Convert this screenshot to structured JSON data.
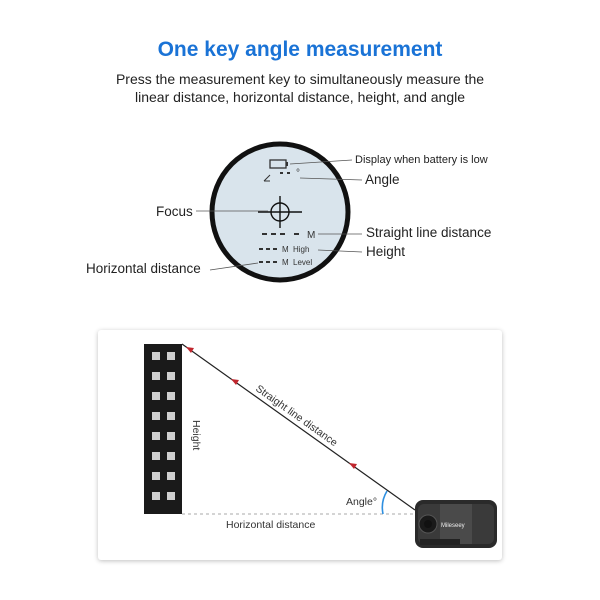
{
  "header": {
    "title": "One key angle measurement",
    "subtitle_line1": "Press the measurement key to simultaneously measure the",
    "subtitle_line2": "linear distance, horizontal distance, height, and angle"
  },
  "viewfinder": {
    "callouts": {
      "battery": "Display when battery is low",
      "angle": "Angle",
      "focus": "Focus",
      "straight": "Straight line distance",
      "height": "Height",
      "horizontal": "Horizontal distance"
    },
    "display": {
      "degree_mark": "°",
      "unit_m": "M",
      "high_label": "High",
      "level_label": "Level"
    }
  },
  "diagram": {
    "height_label": "Height",
    "straight_label": "Straight line distance",
    "angle_label": "Angle°",
    "horizontal_label": "Horizontal distance",
    "device_brand": "Mileseey"
  },
  "colors": {
    "title": "#1a73d6",
    "lens_fill": "#d9e4ec",
    "lens_ring": "#111111",
    "line_red": "#c0262d",
    "angle_blue": "#2e8fe0",
    "building": "#1a1a1a",
    "window": "#cfcfcf"
  }
}
